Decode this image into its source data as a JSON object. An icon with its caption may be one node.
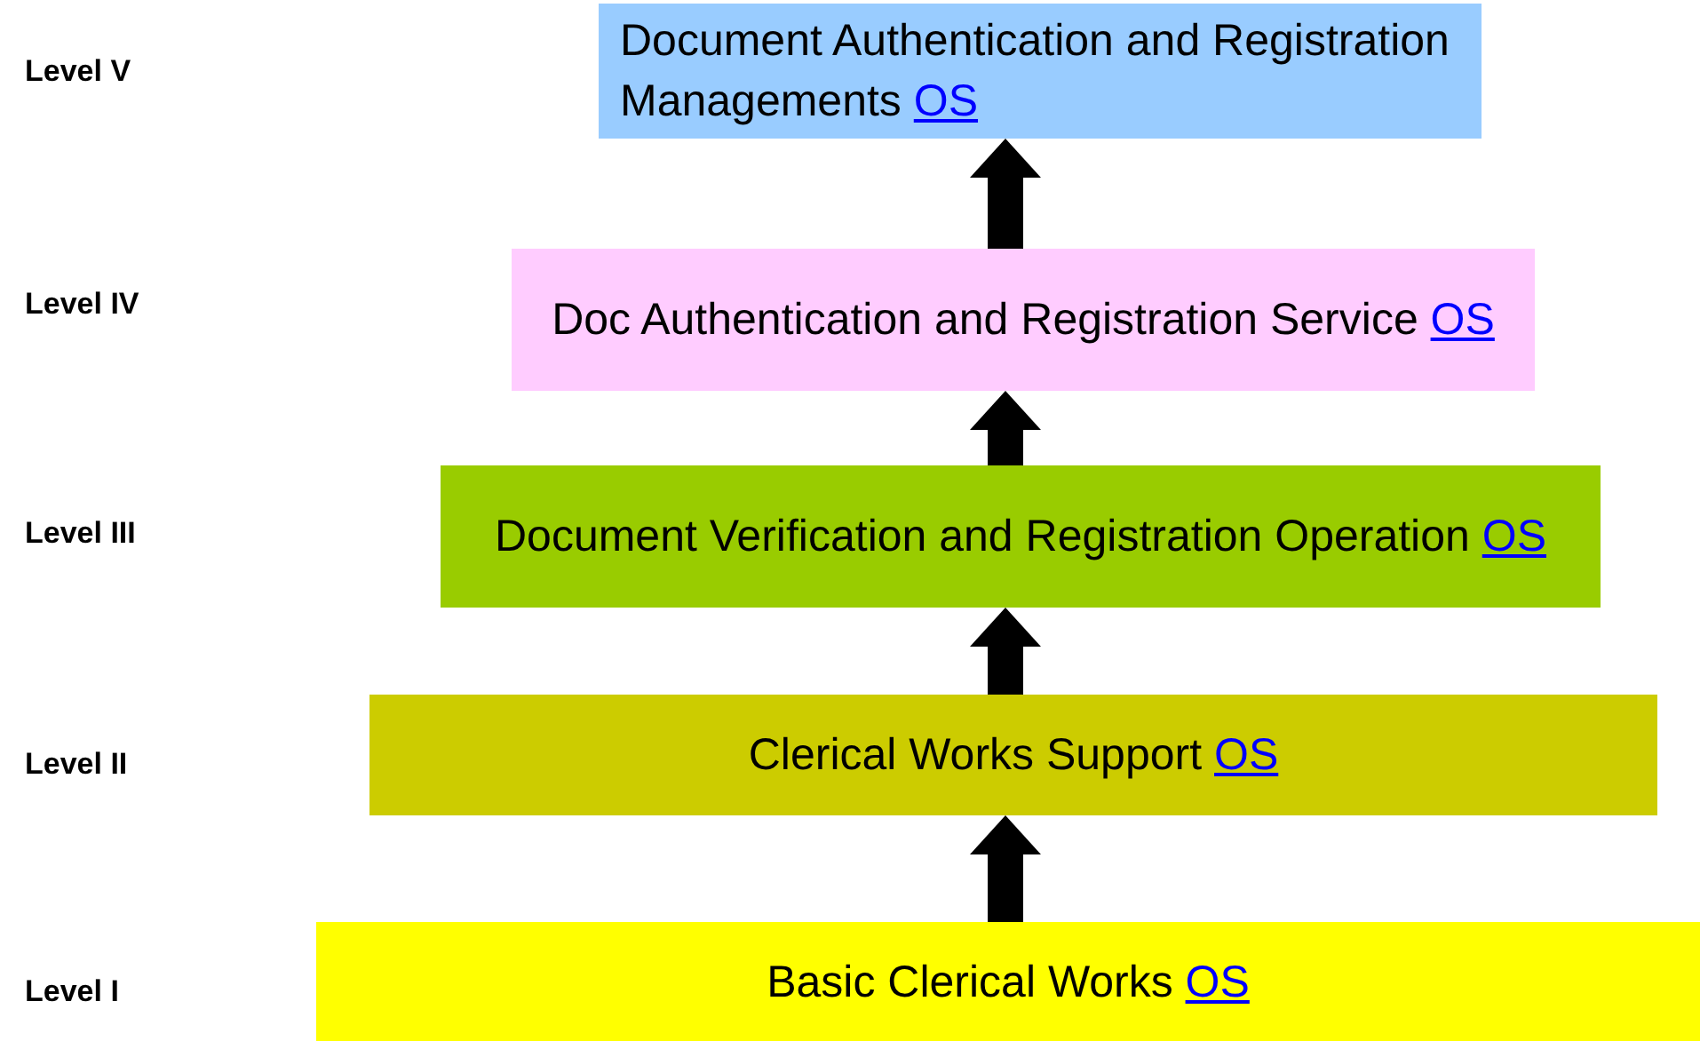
{
  "diagram": {
    "nodes": [
      {
        "text": [
          "Document Authentication and Registration Managements",
          "OS"
        ]
      },
      {
        "text": [
          "Doc Authentication  and Registration Service",
          "OS"
        ]
      },
      {
        "text": [
          "Document Verification and Registration Operation",
          "OS"
        ]
      },
      {
        "text": [
          "Clerical Works Support",
          "OS"
        ]
      },
      {
        "text": [
          "Basic Clerical Works",
          "OS"
        ]
      }
    ],
    "edges": [
      {
        "from": 1,
        "to": 0,
        "arrow": "to"
      },
      {
        "from": 2,
        "to": 1,
        "arrow": "to"
      },
      {
        "from": 3,
        "to": 2,
        "arrow": "to"
      },
      {
        "from": 4,
        "to": 3,
        "arrow": "to"
      }
    ],
    "labels": [
      "Level V",
      "Level IV",
      "Level III",
      "Level II",
      "Level I"
    ]
  }
}
